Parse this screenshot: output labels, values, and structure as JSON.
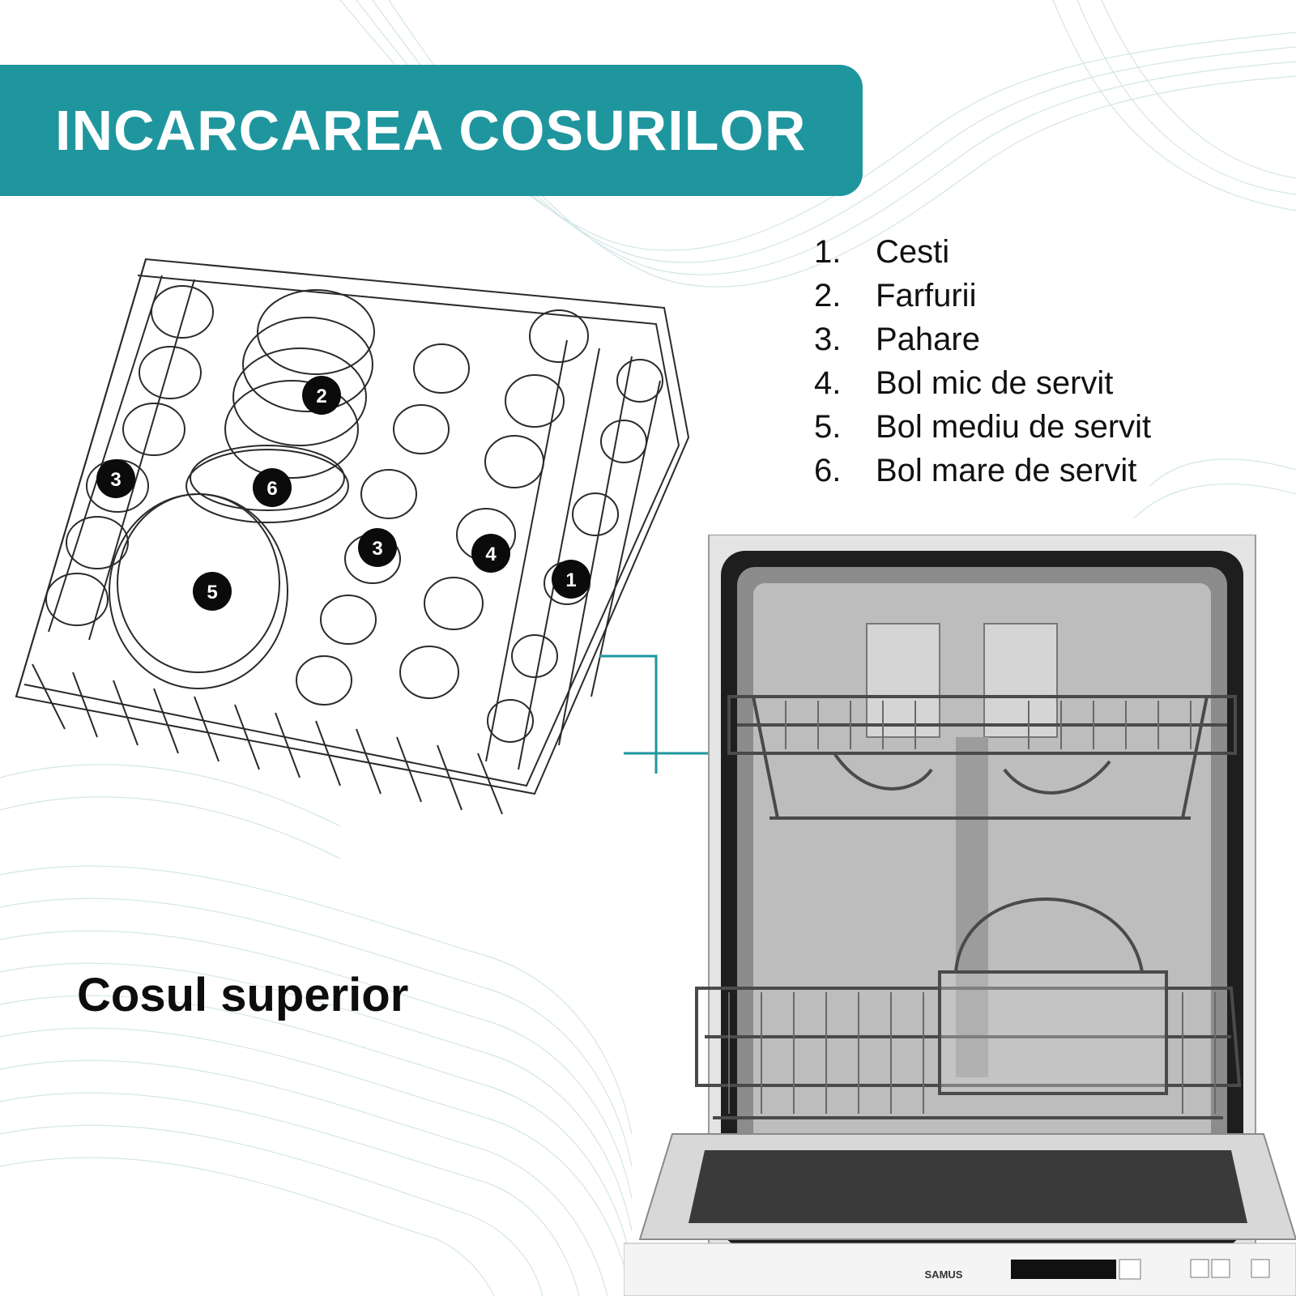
{
  "title": "INCARCAREA COSURILOR",
  "legend": [
    {
      "number": "1.",
      "label": "Cesti"
    },
    {
      "number": "2.",
      "label": "Farfurii"
    },
    {
      "number": "3.",
      "label": "Pahare"
    },
    {
      "number": "4.",
      "label": "Bol mic de servit"
    },
    {
      "number": "5.",
      "label": "Bol mediu de servit"
    },
    {
      "number": "6.",
      "label": "Bol mare de servit"
    }
  ],
  "section_label": "Cosul superior",
  "badges": {
    "b1": "1",
    "b2": "2",
    "b3a": "3",
    "b3b": "3",
    "b4": "4",
    "b5": "5",
    "b6": "6"
  },
  "brand": "SAMUS",
  "colors": {
    "accent": "#1f969e",
    "badge": "#0b0b0b",
    "wave": "#bfd9dc"
  }
}
